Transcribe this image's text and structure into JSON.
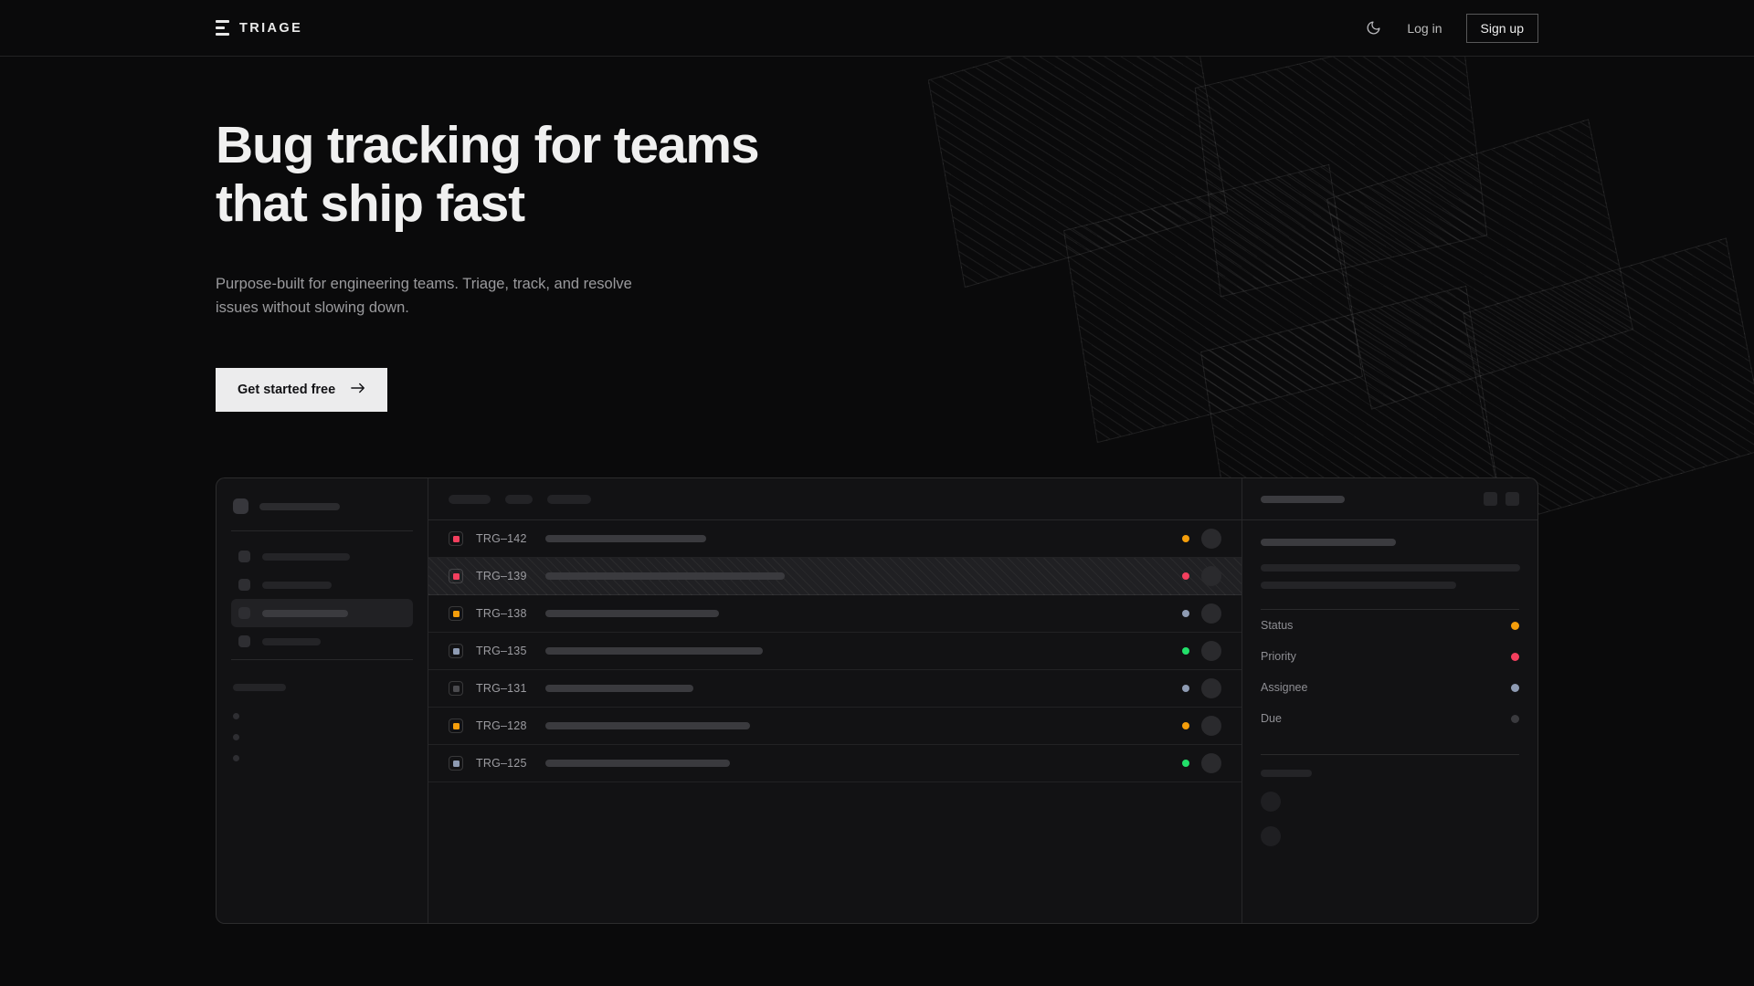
{
  "colors": {
    "page_bg": "#0a0a0b",
    "panel_bg": "#121214",
    "text_primary": "#f0f0f0",
    "text_muted": "#9a9a9d",
    "cta_bg": "#ececed",
    "accent_amber": "#f59e0b",
    "accent_pink": "#f43f5e",
    "accent_green": "#22e06a",
    "accent_slate": "#8e9bb3",
    "accent_gray": "#4a4a4e"
  },
  "header": {
    "brand": "TRIAGE",
    "brand_icon": "stacked-bars-logo-icon",
    "theme_toggle_icon": "moon-icon",
    "login_label": "Log in",
    "signup_label": "Sign up"
  },
  "hero": {
    "title_line1": "Bug tracking for teams",
    "title_line2": "that ship fast",
    "subtitle": "Purpose-built for engineering teams. Triage, track, and resolve issues without slowing down.",
    "cta_label": "Get started free",
    "cta_icon": "arrow-right-icon"
  },
  "mockup": {
    "sidebar": {
      "workspace_label": "",
      "nav_items": [
        {
          "label": "",
          "active": false,
          "width": 96
        },
        {
          "label": "",
          "active": false,
          "width": 76
        },
        {
          "label": "",
          "active": true,
          "width": 94
        },
        {
          "label": "",
          "active": false,
          "width": 64
        }
      ],
      "section_label_width": 58,
      "sub_items": 3
    },
    "toolbar": {
      "chips": [
        46,
        30,
        48
      ]
    },
    "issues": [
      {
        "id": "TRG–142",
        "priority_color": "#f43f5e",
        "status_color": "#f59e0b",
        "title_width": 176,
        "selected": false
      },
      {
        "id": "TRG–139",
        "priority_color": "#f43f5e",
        "status_color": "#f43f5e",
        "title_width": 262,
        "selected": true
      },
      {
        "id": "TRG–138",
        "priority_color": "#f59e0b",
        "status_color": "#8e9bb3",
        "title_width": 190,
        "selected": false
      },
      {
        "id": "TRG–135",
        "priority_color": "#8e9bb3",
        "status_color": "#22e06a",
        "title_width": 238,
        "selected": false
      },
      {
        "id": "TRG–131",
        "priority_color": "#4a4a4e",
        "status_color": "#8e9bb3",
        "title_width": 162,
        "selected": false
      },
      {
        "id": "TRG–128",
        "priority_color": "#f59e0b",
        "status_color": "#f59e0b",
        "title_width": 224,
        "selected": false
      },
      {
        "id": "TRG–125",
        "priority_color": "#8e9bb3",
        "status_color": "#22e06a",
        "title_width": 202,
        "selected": false
      }
    ],
    "detail": {
      "header_title_width": 92,
      "header_buttons": 2,
      "body_title_width": 148,
      "body_lines": [
        284,
        214
      ],
      "fields": [
        {
          "label": "Status",
          "dot_color": "#f59e0b"
        },
        {
          "label": "Priority",
          "dot_color": "#f43f5e"
        },
        {
          "label": "Assignee",
          "dot_color": "#8e9bb3"
        },
        {
          "label": "Due",
          "dot_color": "#3a3a3e"
        }
      ],
      "footer_label_width": 56,
      "footer_avatars": 2
    }
  }
}
